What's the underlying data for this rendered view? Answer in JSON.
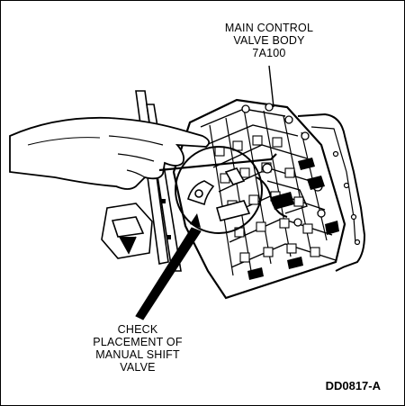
{
  "labels": {
    "main_control": [
      "MAIN CONTROL",
      "VALVE BODY",
      "7A100"
    ],
    "check": [
      "CHECK",
      "PLACEMENT OF",
      "MANUAL SHIFT",
      "VALVE"
    ]
  },
  "figure_id": "DD0817-A",
  "colors": {
    "ink": "#000000",
    "paper": "#ffffff"
  }
}
